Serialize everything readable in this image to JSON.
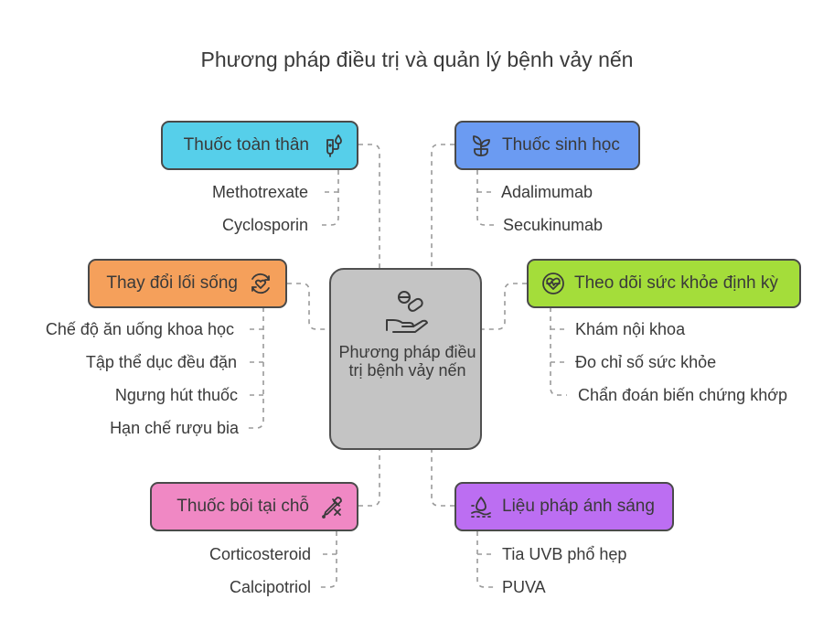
{
  "title": "Phương pháp điều trị và quản lý bệnh vảy nến",
  "center": {
    "label": "Phương pháp điều trị bệnh vảy nến",
    "icon": "pills-hand-icon"
  },
  "branches": [
    {
      "id": "systemic",
      "label": "Thuốc toàn thân",
      "icon": "iv-drip-icon",
      "color": "#56CFEA",
      "items": [
        "Methotrexate",
        "Cyclosporin"
      ]
    },
    {
      "id": "biologic",
      "label": "Thuốc sinh học",
      "icon": "sprout-icon",
      "color": "#6B9BF2",
      "items": [
        "Adalimumab",
        "Secukinumab"
      ]
    },
    {
      "id": "lifestyle",
      "label": "Thay đổi lối sống",
      "icon": "heart-cycle-icon",
      "color": "#F5A05B",
      "items": [
        "Chế độ ăn uống khoa học",
        "Tập thể dục đều đặn",
        "Ngưng hút thuốc",
        "Hạn chế rượu bia"
      ]
    },
    {
      "id": "monitoring",
      "label": "Theo dõi sức khỏe định kỳ",
      "icon": "heart-monitor-icon",
      "color": "#A4DD3A",
      "items": [
        "Khám nội khoa",
        "Đo chỉ số sức khỏe",
        "Chẩn đoán biến chứng khớp"
      ]
    },
    {
      "id": "topical",
      "label": "Thuốc bôi tại chỗ",
      "icon": "dropper-icon",
      "color": "#F088C4",
      "items": [
        "Corticosteroid",
        "Calcipotriol"
      ]
    },
    {
      "id": "light",
      "label": "Liệu pháp ánh sáng",
      "icon": "light-drop-icon",
      "color": "#BC6EF2",
      "items": [
        "Tia UVB phổ hẹp",
        "PUVA"
      ]
    }
  ]
}
